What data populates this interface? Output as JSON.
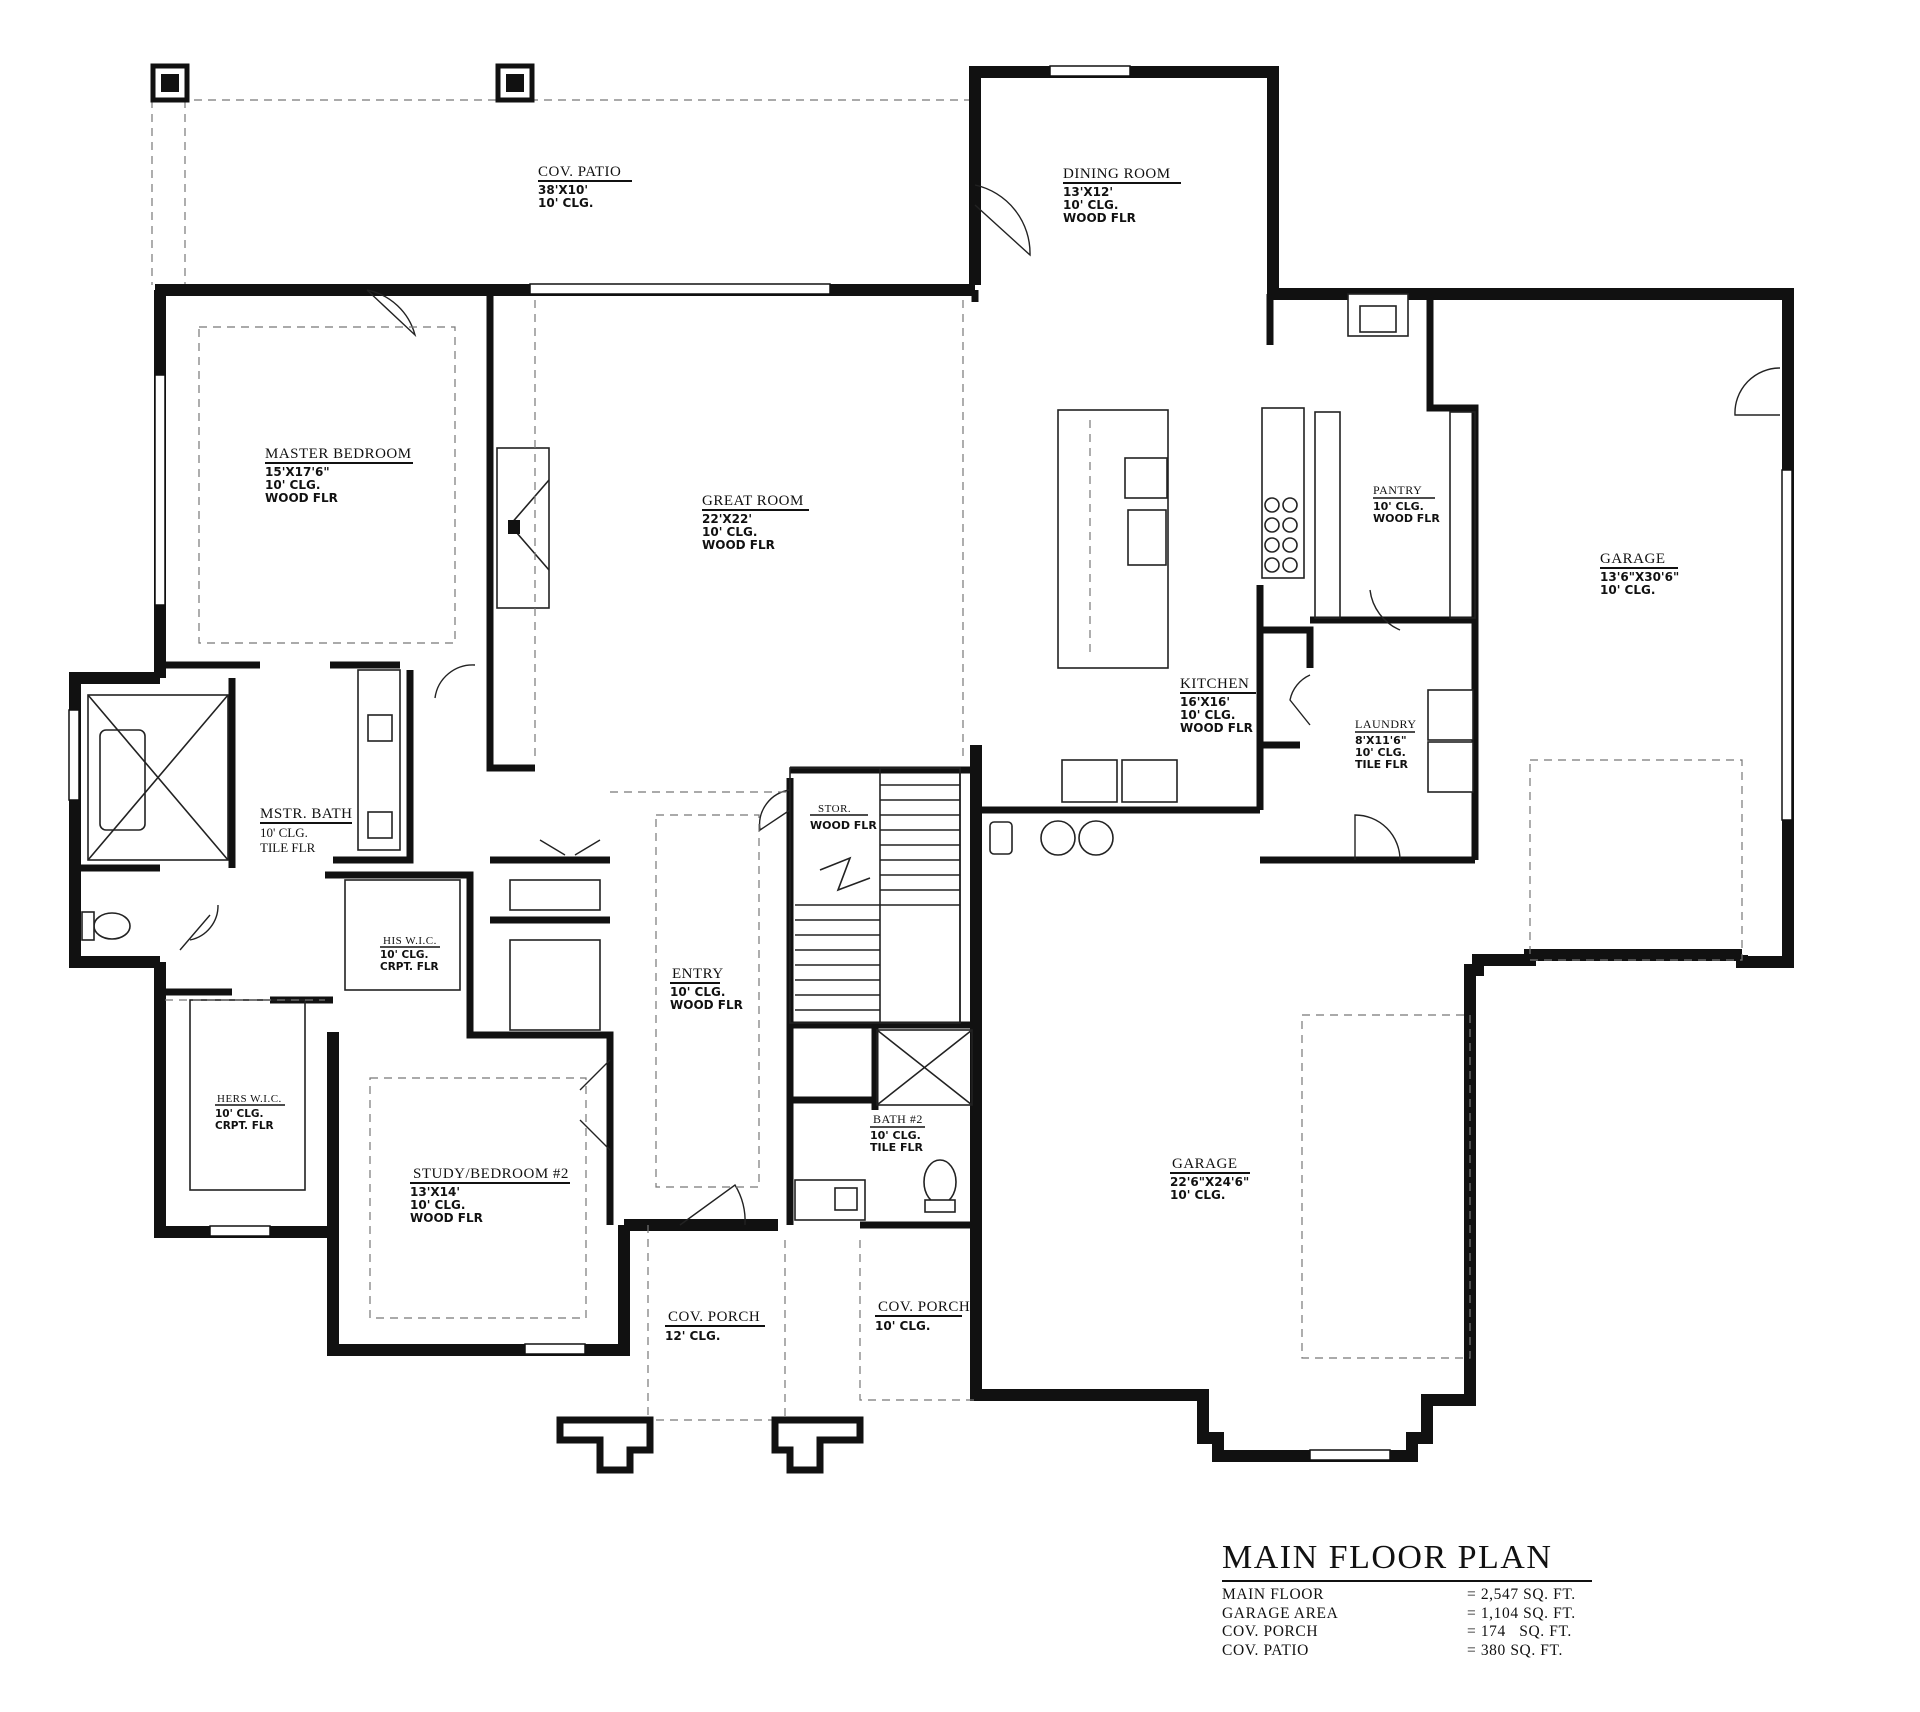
{
  "rooms": {
    "cov_patio": {
      "name": "COV. PATIO",
      "specs": [
        "38'X10'",
        "10' CLG."
      ]
    },
    "dining": {
      "name": "DINING ROOM",
      "specs": [
        "13'X12'",
        "10' CLG.",
        "WOOD FLR"
      ]
    },
    "master": {
      "name": "MASTER BEDROOM",
      "specs": [
        "15'X17'6\"",
        "10' CLG.",
        "WOOD FLR"
      ]
    },
    "great": {
      "name": "GREAT ROOM",
      "specs": [
        "22'X22'",
        "10' CLG.",
        "WOOD FLR"
      ]
    },
    "pantry": {
      "name": "PANTRY",
      "specs": [
        "10' CLG.",
        "WOOD FLR"
      ]
    },
    "garage_right": {
      "name": "GARAGE",
      "specs": [
        "13'6\"X30'6\"",
        "10' CLG."
      ]
    },
    "kitchen": {
      "name": "KITCHEN",
      "specs": [
        "16'X16'",
        "10' CLG.",
        "WOOD FLR"
      ]
    },
    "laundry": {
      "name": "LAUNDRY",
      "specs": [
        "8'X11'6\"",
        "10' CLG.",
        "TILE FLR"
      ]
    },
    "mstr_bath": {
      "name": "MSTR. BATH",
      "specs": [
        "10' CLG.",
        "TILE FLR"
      ]
    },
    "stor": {
      "name": "STOR.",
      "specs": [
        "WOOD FLR"
      ]
    },
    "his_wic": {
      "name": "HIS W.I.C.",
      "specs": [
        "10' CLG.",
        "CRPT. FLR"
      ]
    },
    "entry": {
      "name": "ENTRY",
      "specs": [
        "10' CLG.",
        "WOOD FLR"
      ]
    },
    "hers_wic": {
      "name": "HERS W.I.C.",
      "specs": [
        "10' CLG.",
        "CRPT. FLR"
      ]
    },
    "bath2": {
      "name": "BATH #2",
      "specs": [
        "10' CLG.",
        "TILE FLR"
      ]
    },
    "garage_main": {
      "name": "GARAGE",
      "specs": [
        "22'6\"X24'6\"",
        "10' CLG."
      ]
    },
    "study": {
      "name": "STUDY/BEDROOM #2",
      "specs": [
        "13'X14'",
        "10' CLG.",
        "WOOD FLR"
      ]
    },
    "porch1": {
      "name": "COV. PORCH",
      "specs": [
        "12' CLG."
      ]
    },
    "porch2": {
      "name": "COV. PORCH",
      "specs": [
        "10' CLG."
      ]
    }
  },
  "legend": {
    "title": "MAIN FLOOR PLAN",
    "rows": [
      {
        "label": "MAIN FLOOR",
        "value": "= 2,547 SQ. FT."
      },
      {
        "label": "GARAGE AREA",
        "value": "= 1,104 SQ. FT."
      },
      {
        "label": "COV. PORCH",
        "value": "= 174   SQ. FT."
      },
      {
        "label": "COV. PATIO",
        "value": "= 380 SQ. FT."
      }
    ]
  }
}
